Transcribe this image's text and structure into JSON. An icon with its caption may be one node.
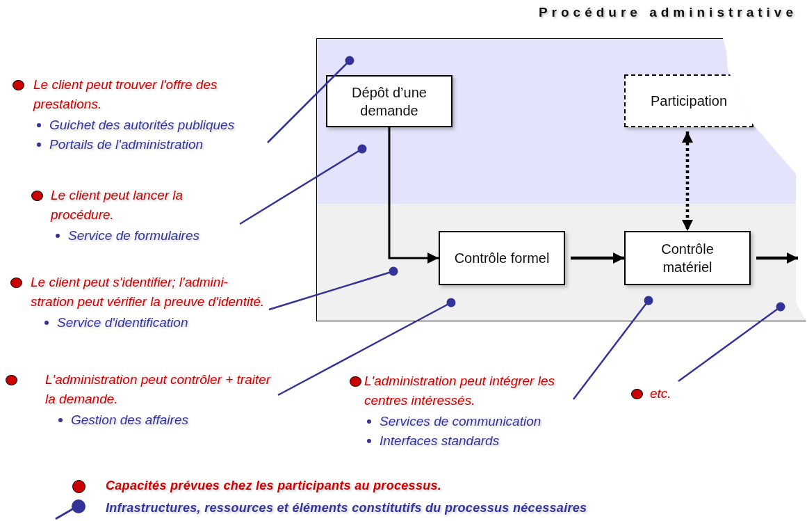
{
  "diagram": {
    "title": "Procédure administrative",
    "nodes": [
      {
        "text": [],
        "shape": "box"
      },
      {
        "text": [
          "Dépôt d’une demande"
        ],
        "in": 0
      },
      {
        "text": [
          "Participation"
        ],
        "in": 0
      },
      {
        "text": [
          "Contrôle formel"
        ],
        "in": 0
      },
      {
        "text": [
          "Contrôle matériel"
        ],
        "in": 0
      },
      {
        "text": [
          "Le client peut trouver l'offre des prestations.",
          "Guichet des autorités publiques",
          "Portails de l'administration"
        ]
      },
      {
        "text": [
          "Le client peut lancer la procédure.",
          "Service de formulaires"
        ]
      },
      {
        "text": [
          "Le client peut s'identifier; l'admini-stration peut vérifier la preuve d'identité.",
          "Service d'identification"
        ]
      },
      {
        "text": [
          "L'administration peut contrôler + traiter la demande.",
          "Gestion des affaires"
        ]
      },
      {
        "text": [
          "L'administration peut intégrer les centres intéressés.",
          "Services de communication",
          "Interfaces standards"
        ]
      },
      {
        "text": [
          "etc."
        ]
      }
    ],
    "edges": [
      {
        "from": 1,
        "to": 3,
        "arrow": "to",
        "color": "#000000"
      },
      {
        "from": 3,
        "to": 4,
        "arrow": "to",
        "style": "thick",
        "color": "#000000"
      },
      {
        "from": 4,
        "to": null,
        "arrow": "to",
        "style": "thick",
        "color": "#000000"
      },
      {
        "from": 2,
        "to": 4,
        "arrow": "both",
        "style": "dashed",
        "color": "#000000"
      },
      {
        "from": 5,
        "to": 0,
        "arrow": "other"
      },
      {
        "from": 6,
        "to": 0,
        "arrow": "other"
      },
      {
        "from": 7,
        "to": 0,
        "arrow": "other"
      },
      {
        "from": 8,
        "to": 0,
        "arrow": "other"
      },
      {
        "from": 9,
        "to": 0,
        "arrow": "other"
      },
      {
        "from": 10,
        "to": 0,
        "arrow": "other"
      }
    ],
    "legend": [
      {
        "text": "Capacités prévues chez les participants au processus.",
        "color": "#cc0000"
      },
      {
        "text": "Infrastructures, ressources et éléments constitutifs du processus nécessaires"
      }
    ]
  }
}
